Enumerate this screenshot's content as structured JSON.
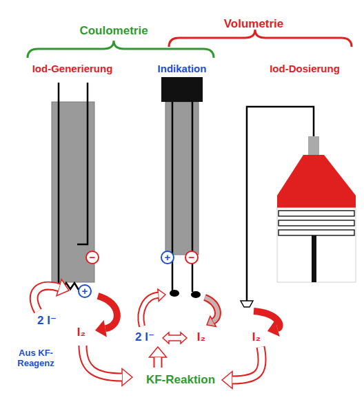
{
  "diagram": {
    "labels": [
      "Volumetrie",
      "Coulometrie",
      "Iod-Generierung",
      "Indikation",
      "Iod-Dosierung",
      "−",
      "+",
      "−",
      "+",
      "2 I⁻",
      "Aus KF-Reagenz",
      "I₂",
      "2 I⁻",
      "I₂",
      "I₂",
      "KF-Reaktion"
    ]
  }
}
